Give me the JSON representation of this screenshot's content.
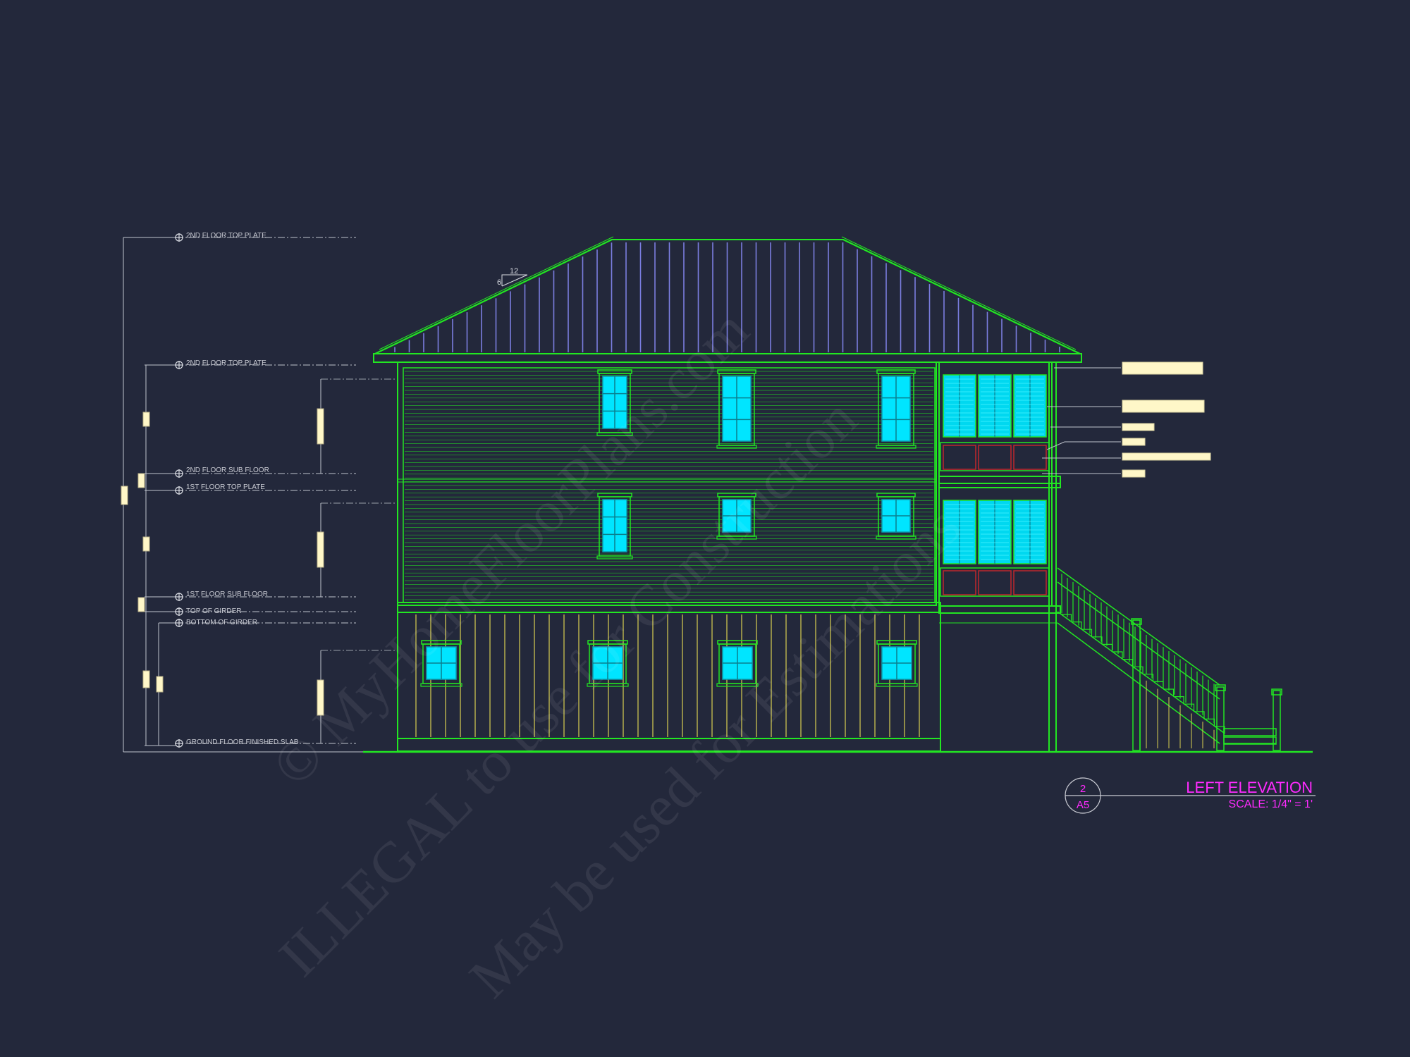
{
  "drawing": {
    "title": "LEFT ELEVATION",
    "scale": "SCALE:  1/4\" = 1'",
    "detail_number": "2",
    "sheet_number": "A5"
  },
  "roof_pitch": {
    "rise": "6",
    "run": "12"
  },
  "levels": {
    "top": "2ND FLOOR TOP PLATE",
    "second_top_plate": "2ND FLOOR TOP PLATE",
    "second_sub_floor": "2ND FLOOR SUB FLOOR",
    "first_top_plate": "1ST FLOOR TOP PLATE",
    "first_sub_floor": "1ST FLOOR SUB FLOOR",
    "top_of_girder": "TOP OF GIRDER",
    "bottom_of_girder": "BOTTOM OF GIRDER",
    "ground_slab": "GROUND FLOOR FINISHED SLAB"
  },
  "watermark": {
    "line1": "© MyHomeFloorPlans.com",
    "line2": "ILLEGAL to use for Construction",
    "line3": "May be used for Estimations"
  },
  "colors": {
    "background": "#23283b",
    "outline": "#22e622",
    "window": "#00e5ff",
    "roof_lines": "#7b7ee0",
    "siding_lines": "#d8cf52",
    "title": "#ff2bff",
    "callout_tag": "#fff7c8",
    "railing_panel": "#c0272d"
  }
}
